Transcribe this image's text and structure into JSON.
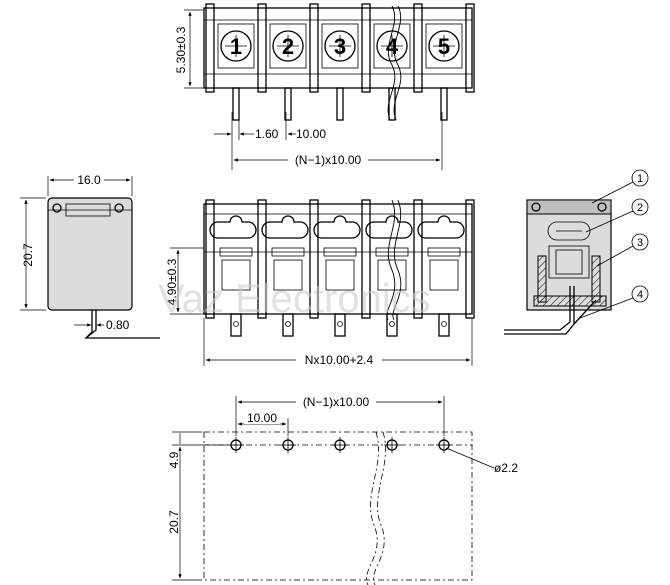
{
  "watermark": "Vaz Electronics",
  "top_view": {
    "positions": [
      "1",
      "2",
      "3",
      "4",
      "5"
    ],
    "dim_height": "5.30±0.3",
    "dim_pin": "1.60",
    "dim_pitch": "10.00",
    "dim_span": "(N−1)x10.00"
  },
  "side_view": {
    "dim_width": "16.0",
    "dim_height": "20.7",
    "dim_pin": "0.80"
  },
  "front_view": {
    "dim_height": "4.90±0.3",
    "dim_length": "Nx10.00+2.4"
  },
  "section_view": {
    "callouts": [
      "1",
      "2",
      "3",
      "4"
    ]
  },
  "footprint": {
    "dim_span": "(N−1)x10.00",
    "dim_pitch": "10.00",
    "dim_offset": "4.9",
    "dim_depth": "20.7",
    "dim_hole": "ø2.2"
  }
}
